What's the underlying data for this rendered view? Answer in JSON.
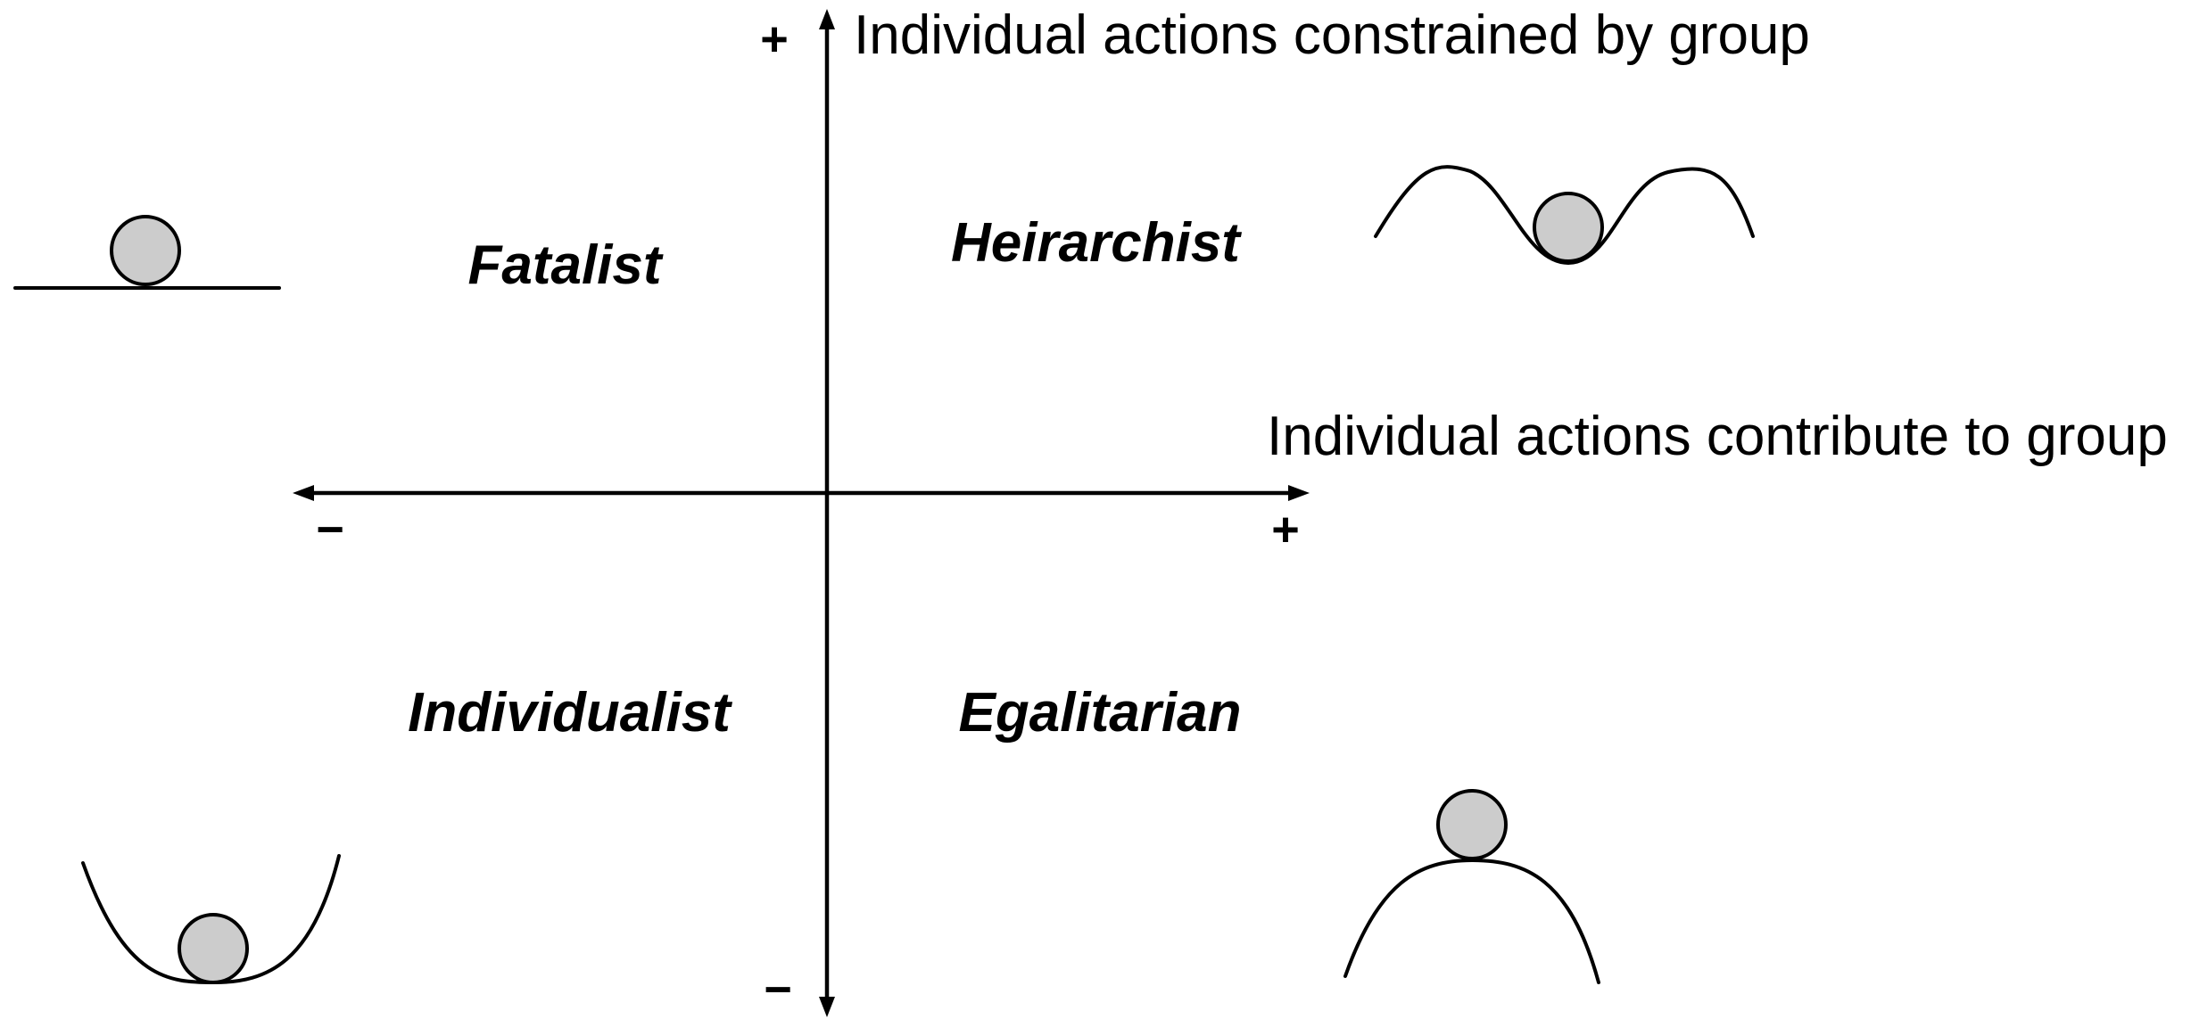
{
  "axes": {
    "vertical": {
      "title": "Individual actions constrained by group",
      "positive_sign": "+",
      "negative_sign": "−"
    },
    "horizontal": {
      "title": "Individual actions contribute to group",
      "positive_sign": "+",
      "negative_sign": "−"
    }
  },
  "quadrants": {
    "top_left": {
      "label": "Fatalist",
      "landscape_icon": "ball-on-flat-line"
    },
    "top_right": {
      "label": "Heirarchist",
      "landscape_icon": "ball-in-dip-between-hills"
    },
    "bottom_left": {
      "label": "Individualist",
      "landscape_icon": "ball-in-valley"
    },
    "bottom_right": {
      "label": "Egalitarian",
      "landscape_icon": "ball-on-hilltop"
    }
  },
  "colors": {
    "ball_fill": "#cccccc",
    "line": "#000000",
    "background": "#ffffff"
  }
}
